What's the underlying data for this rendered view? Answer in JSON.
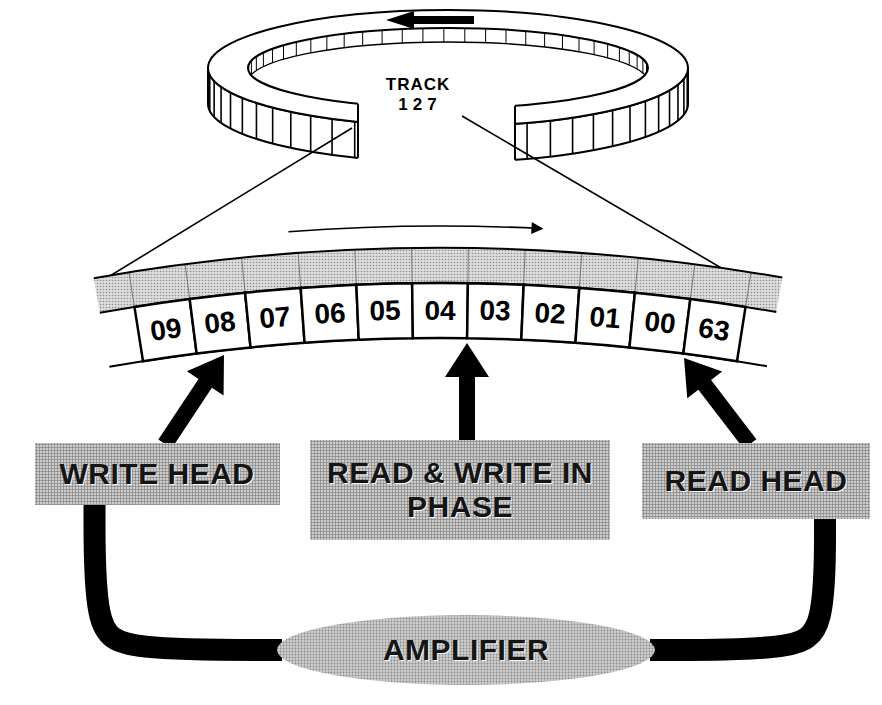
{
  "diagram": {
    "nodes": [
      {
        "text": [
          "WRITE HEAD"
        ]
      },
      {
        "text": [
          "READ & WRITE IN PHASE"
        ]
      },
      {
        "text": [
          "READ HEAD"
        ]
      },
      {
        "text": [
          "AMPLIFIER"
        ]
      }
    ],
    "edges": [
      {
        "from": 0,
        "to": 3,
        "arrow": "none"
      },
      {
        "from": 2,
        "to": 3,
        "arrow": "none"
      }
    ],
    "labels": [
      "TRACK",
      "127",
      "09",
      "08",
      "07",
      "06",
      "05",
      "04",
      "03",
      "02",
      "01",
      "00",
      "63"
    ]
  }
}
